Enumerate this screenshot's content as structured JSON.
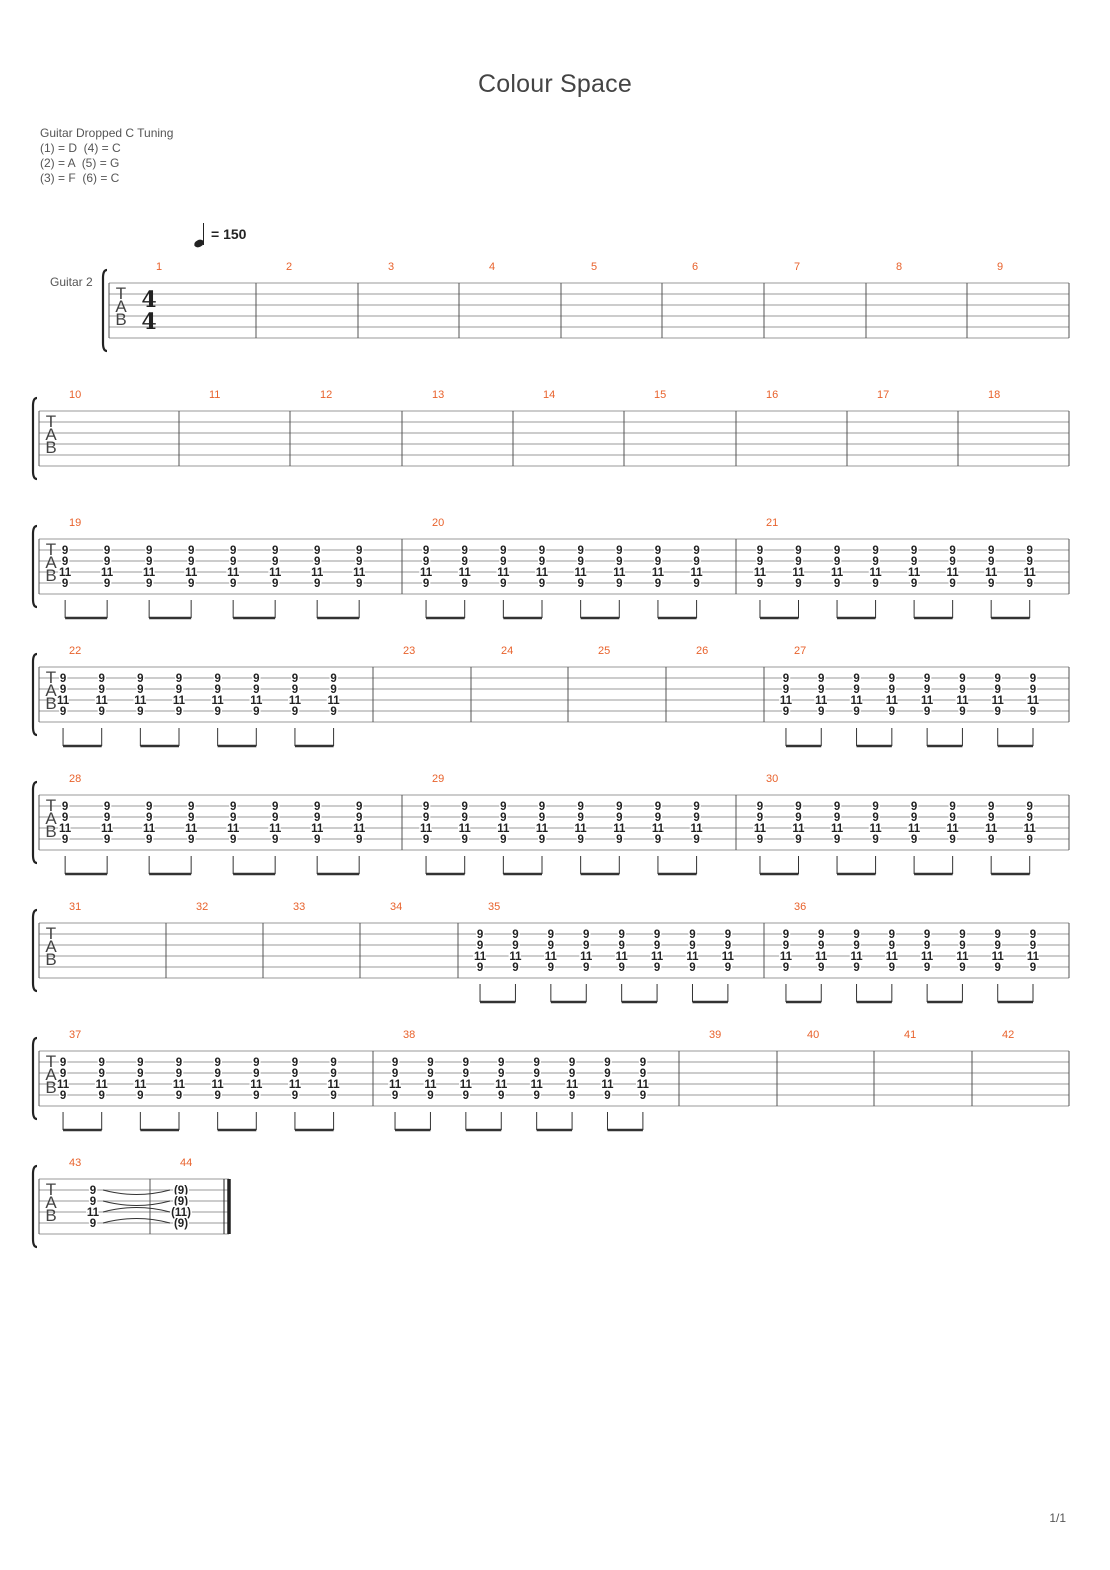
{
  "title": "Colour Space",
  "tuning": {
    "name": "Guitar Dropped C Tuning",
    "lines": [
      "(1) = D  (4) = C",
      "(2) = A  (5) = G",
      "(3) = F  (6) = C"
    ]
  },
  "tempo": {
    "prefix": "= ",
    "value": "150"
  },
  "track_name": "Guitar 2",
  "tab_letters": [
    "T",
    "A",
    "B"
  ],
  "time_signature": {
    "top": "4",
    "bottom": "4"
  },
  "page_number": "1/1",
  "chord_frets": [
    "9",
    "9",
    "11",
    "9"
  ],
  "tied_chord_frets": [
    "(9)",
    "(9)",
    "(11)",
    "(9)"
  ],
  "colors": {
    "measure_number": "#e8622c",
    "staff_line": "#999999",
    "text": "#333333"
  },
  "systems": [
    {
      "measures": [
        {
          "number": "1",
          "type": "rest"
        },
        {
          "number": "2",
          "type": "rest"
        },
        {
          "number": "3",
          "type": "rest"
        },
        {
          "number": "4",
          "type": "rest"
        },
        {
          "number": "5",
          "type": "rest"
        },
        {
          "number": "6",
          "type": "rest"
        },
        {
          "number": "7",
          "type": "rest"
        },
        {
          "number": "8",
          "type": "rest"
        },
        {
          "number": "9",
          "type": "rest"
        }
      ]
    },
    {
      "measures": [
        {
          "number": "10",
          "type": "rest"
        },
        {
          "number": "11",
          "type": "rest"
        },
        {
          "number": "12",
          "type": "rest"
        },
        {
          "number": "13",
          "type": "rest"
        },
        {
          "number": "14",
          "type": "rest"
        },
        {
          "number": "15",
          "type": "rest"
        },
        {
          "number": "16",
          "type": "rest"
        },
        {
          "number": "17",
          "type": "rest"
        },
        {
          "number": "18",
          "type": "rest"
        }
      ]
    },
    {
      "measures": [
        {
          "number": "19",
          "type": "chords"
        },
        {
          "number": "20",
          "type": "chords"
        },
        {
          "number": "21",
          "type": "chords"
        }
      ]
    },
    {
      "measures": [
        {
          "number": "22",
          "type": "chords"
        },
        {
          "number": "23",
          "type": "rest"
        },
        {
          "number": "24",
          "type": "rest"
        },
        {
          "number": "25",
          "type": "rest"
        },
        {
          "number": "26",
          "type": "rest"
        },
        {
          "number": "27",
          "type": "chords"
        }
      ]
    },
    {
      "measures": [
        {
          "number": "28",
          "type": "chords"
        },
        {
          "number": "29",
          "type": "chords"
        },
        {
          "number": "30",
          "type": "chords"
        }
      ]
    },
    {
      "measures": [
        {
          "number": "31",
          "type": "rest"
        },
        {
          "number": "32",
          "type": "rest"
        },
        {
          "number": "33",
          "type": "rest"
        },
        {
          "number": "34",
          "type": "rest"
        },
        {
          "number": "35",
          "type": "chords"
        },
        {
          "number": "36",
          "type": "chords"
        }
      ]
    },
    {
      "measures": [
        {
          "number": "37",
          "type": "chords"
        },
        {
          "number": "38",
          "type": "chords"
        },
        {
          "number": "39",
          "type": "rest"
        },
        {
          "number": "40",
          "type": "rest"
        },
        {
          "number": "41",
          "type": "rest"
        },
        {
          "number": "42",
          "type": "rest"
        }
      ]
    },
    {
      "measures": [
        {
          "number": "43",
          "type": "whole"
        },
        {
          "number": "44",
          "type": "tied-whole"
        }
      ]
    }
  ]
}
